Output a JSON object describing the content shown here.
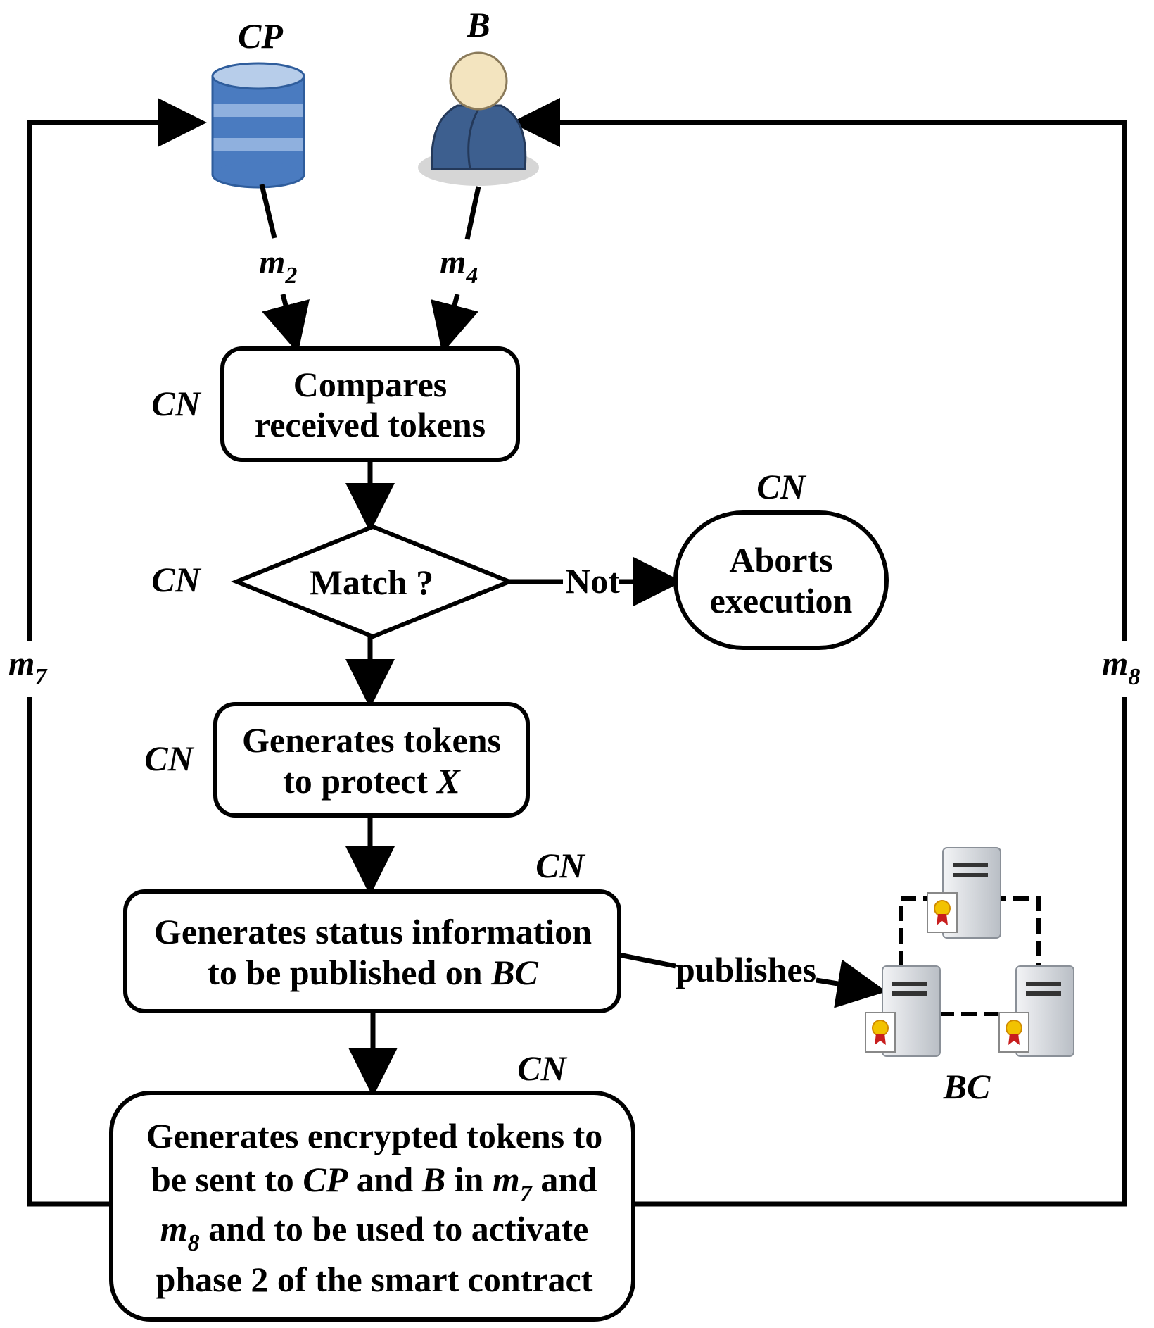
{
  "actors": {
    "cp": {
      "label": "CP",
      "icon": "database-icon"
    },
    "b": {
      "label": "B",
      "icon": "user-icon"
    },
    "bc": {
      "label": "BC",
      "icon": "server-network-icon"
    }
  },
  "role_label": "CN",
  "messages": {
    "m2": {
      "base": "m",
      "sub": "2"
    },
    "m4": {
      "base": "m",
      "sub": "4"
    },
    "m7": {
      "base": "m",
      "sub": "7"
    },
    "m8": {
      "base": "m",
      "sub": "8"
    }
  },
  "nodes": {
    "compare": {
      "line1": "Compares",
      "line2": "received tokens"
    },
    "decision": {
      "text": "Match ?"
    },
    "abort": {
      "line1": "Aborts",
      "line2": "execution"
    },
    "generate_tokens": {
      "line1": "Generates tokens",
      "line2_prefix": "to protect ",
      "line2_var": "X"
    },
    "status": {
      "line1": "Generates status information",
      "line2_prefix": "to be published on ",
      "line2_var": "BC"
    },
    "encrypted": {
      "l1": "Generates encrypted tokens to",
      "l2_a": "be sent to ",
      "l2_cp": "CP",
      "l2_b_and": " and ",
      "l2_b": "B",
      "l2_in": " in ",
      "l2_m": "m",
      "l2_sub": "7",
      "l2_end": " and",
      "l3_m": "m",
      "l3_sub": "8",
      "l3_rest": " and to be used to activate",
      "l4": "phase 2 of the smart contract"
    }
  },
  "edges": {
    "not_label": "Not",
    "publishes_label": "publishes"
  },
  "colors": {
    "database": "#4a7bc0",
    "database_light": "#8fb0de",
    "user_body": "#3d5f8f",
    "user_head": "#f3e4bf",
    "server": "#cfd3d8",
    "line": "#000000"
  }
}
